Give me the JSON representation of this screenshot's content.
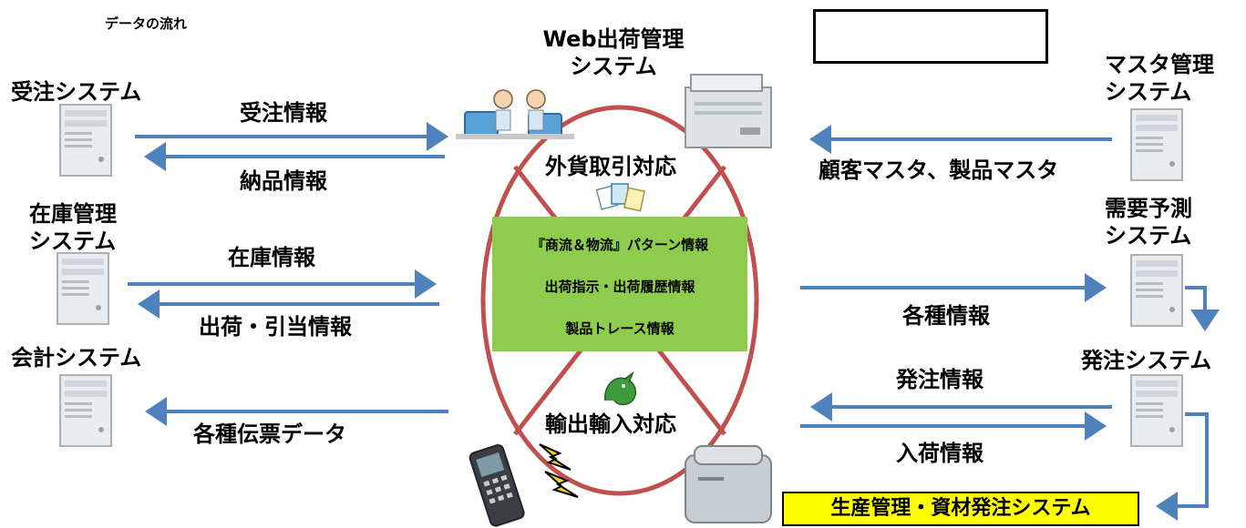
{
  "legend": {
    "label": "データの流れ"
  },
  "center": {
    "title_line1": "Web出荷管理",
    "title_line2": "システム",
    "top_section": "外貨取引対応",
    "bottom_section": "輸出輸入対応",
    "items": [
      "『商流＆物流』パターン情報",
      "出荷指示・出荷履歴情報",
      "製品トレース情報"
    ]
  },
  "left_systems": {
    "order_system": "受注システム",
    "inventory_line1": "在庫管理",
    "inventory_line2": "システム",
    "accounting_system": "会計システム"
  },
  "right_systems": {
    "master_line1": "マスタ管理",
    "master_line2": "システム",
    "demand_line1": "需要予測",
    "demand_line2": "システム",
    "purchase_system": "発注システム",
    "production_system": "生産管理・資材発注システム"
  },
  "flows": {
    "order_info": "受注情報",
    "delivery_info": "納品情報",
    "stock_info": "在庫情報",
    "shipping_allocation_info": "出荷・引当情報",
    "slip_data": "各種伝票データ",
    "master_data": "顧客マスタ、製品マスタ",
    "various_info": "各種情報",
    "purchase_order_info": "発注情報",
    "receiving_info": "入荷情報"
  },
  "colors": {
    "arrow": "#4f81bd",
    "ellipse": "#c0504d",
    "green_box": "#8dcc4c",
    "yellow_box": "#ffff00"
  }
}
